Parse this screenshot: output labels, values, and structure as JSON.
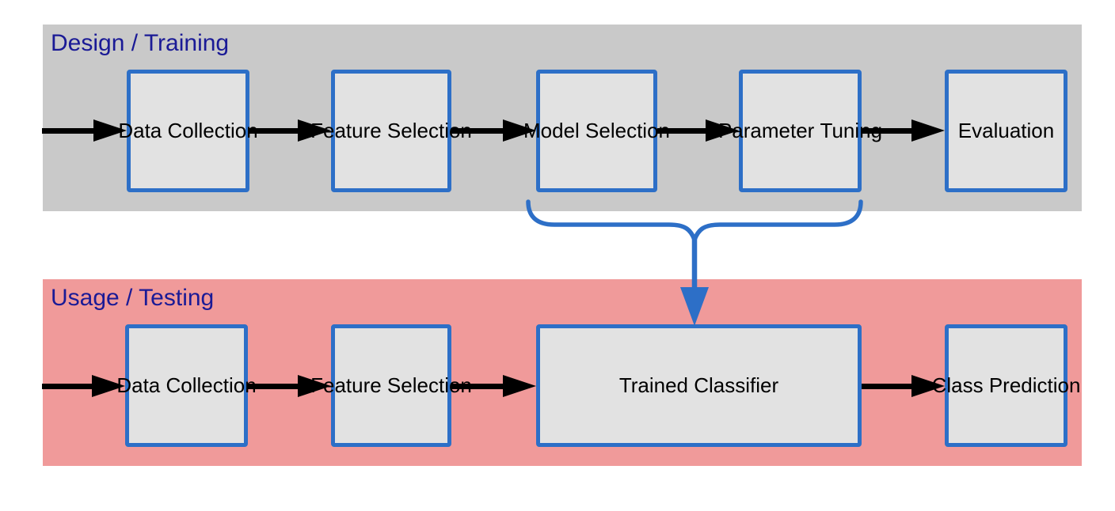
{
  "diagram": {
    "sections": [
      {
        "id": "design",
        "title": "Design / Training",
        "boxes": [
          "Data Collection",
          "Feature Selection",
          "Model Selection",
          "Parameter Tuning",
          "Evaluation"
        ]
      },
      {
        "id": "usage",
        "title": "Usage / Testing",
        "boxes": [
          "Data Collection",
          "Feature Selection",
          "Trained Classifier",
          "Class Prediction"
        ]
      }
    ],
    "connector": {
      "from": [
        "Model Selection",
        "Parameter Tuning"
      ],
      "to": "Trained Classifier"
    },
    "colors": {
      "design_band": "#c9c9c9",
      "usage_band": "#f09a9a",
      "box_fill": "#e2e2e2",
      "box_border": "#2d6fc7",
      "section_title_text": "#1a1a96",
      "box_label_text": "#000000",
      "connector_blue": "#2d6fc7",
      "flow_arrow_black": "#000000"
    }
  }
}
